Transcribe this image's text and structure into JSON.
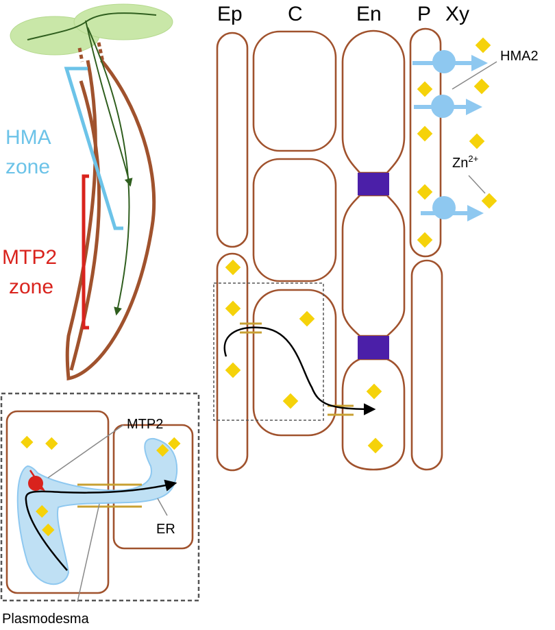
{
  "columns": [
    "Ep",
    "C",
    "En",
    "P",
    "Xy"
  ],
  "zones": {
    "hma": {
      "line1": "HMA",
      "line2": "zone",
      "color": "#6CC3E8"
    },
    "mtp2": {
      "line1": "MTP2",
      "line2": "zone",
      "color": "#D9231D"
    }
  },
  "labels": {
    "hma2": "HMA2",
    "zn_base": "Zn",
    "zn_sup": "2+",
    "mtp2": "MTP2",
    "er": "ER",
    "plasmodesma": "Plasmodesma"
  },
  "colors": {
    "cell_wall": "#A0522D",
    "zinc": "#F5D20A",
    "transporter": "#8EC8F0",
    "casparian": "#4B1FA8",
    "plasmodesma": "#C8A032",
    "er": "#BFE0F4",
    "mtp2": "#D9231D",
    "leaf": "#C9E7A8",
    "stem_arrow": "#2F5E1E"
  }
}
